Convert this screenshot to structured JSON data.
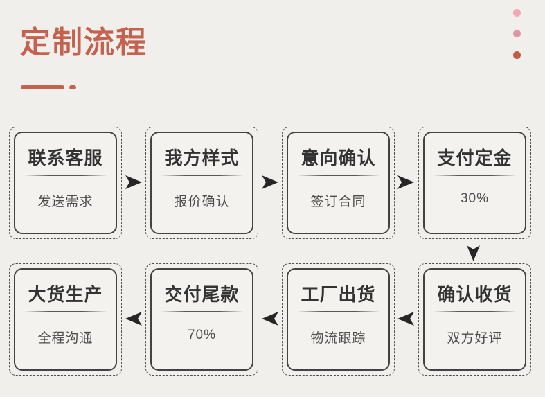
{
  "page": {
    "title": "定制流程",
    "background_color": "#f0efec",
    "accent_color": "#c4614f"
  },
  "decor": {
    "corner_dots": [
      {
        "color": "#f2a7b3"
      },
      {
        "color": "#e294a2"
      },
      {
        "color": "#c05c49"
      }
    ]
  },
  "flow": {
    "connector_between_rows": "down",
    "rows": [
      {
        "arrow_direction": "right",
        "steps": [
          {
            "title": "联系客服",
            "subtitle": "发送需求"
          },
          {
            "title": "我方样式",
            "subtitle": "报价确认"
          },
          {
            "title": "意向确认",
            "subtitle": "签订合同"
          },
          {
            "title": "支付定金",
            "subtitle": "30%"
          }
        ]
      },
      {
        "arrow_direction": "left",
        "steps": [
          {
            "title": "大货生产",
            "subtitle": "全程沟通"
          },
          {
            "title": "交付尾款",
            "subtitle": "70%"
          },
          {
            "title": "工厂出货",
            "subtitle": "物流跟踪"
          },
          {
            "title": "确认收货",
            "subtitle": "双方好评"
          }
        ]
      }
    ]
  }
}
